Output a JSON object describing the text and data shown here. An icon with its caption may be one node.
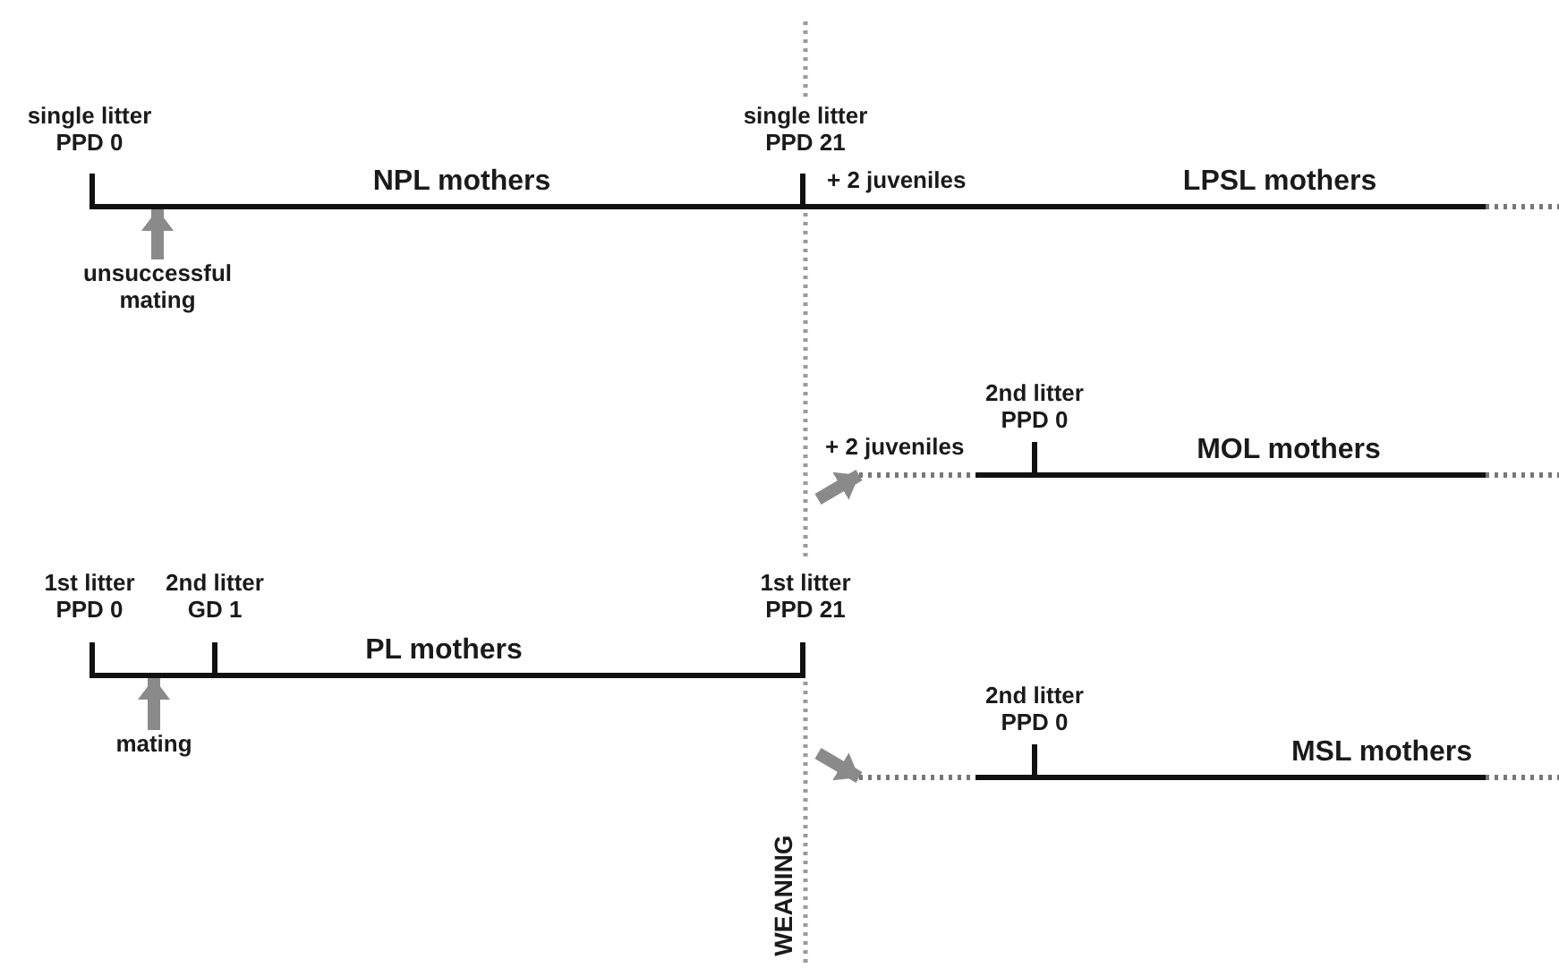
{
  "diagram": {
    "nodes": [
      {
        "text": [
          "NPL mothers"
        ]
      },
      {
        "text": [
          "LPSL mothers"
        ]
      },
      {
        "text": [
          "MOL mothers"
        ]
      },
      {
        "text": [
          "PL mothers"
        ]
      },
      {
        "text": [
          "MSL mothers"
        ]
      },
      {
        "text": [
          "unsuccessful mating"
        ]
      },
      {
        "text": [
          "mating"
        ]
      }
    ],
    "edges": [
      {
        "from": 5,
        "to": 0,
        "arrow": "to"
      },
      {
        "from": null,
        "to": 2,
        "arrow": "to"
      },
      {
        "from": 6,
        "to": 3,
        "arrow": "to"
      },
      {
        "from": null,
        "to": 4,
        "arrow": "to"
      }
    ],
    "labels": [
      "single litter PPD 0",
      "single litter PPD 21",
      "+ 2 juveniles",
      "+ 2 juveniles",
      "2nd litter PPD 0",
      "1st litter PPD 0",
      "2nd litter GD 1",
      "1st litter PPD 21",
      "2nd litter PPD 0",
      "WEANING"
    ]
  }
}
